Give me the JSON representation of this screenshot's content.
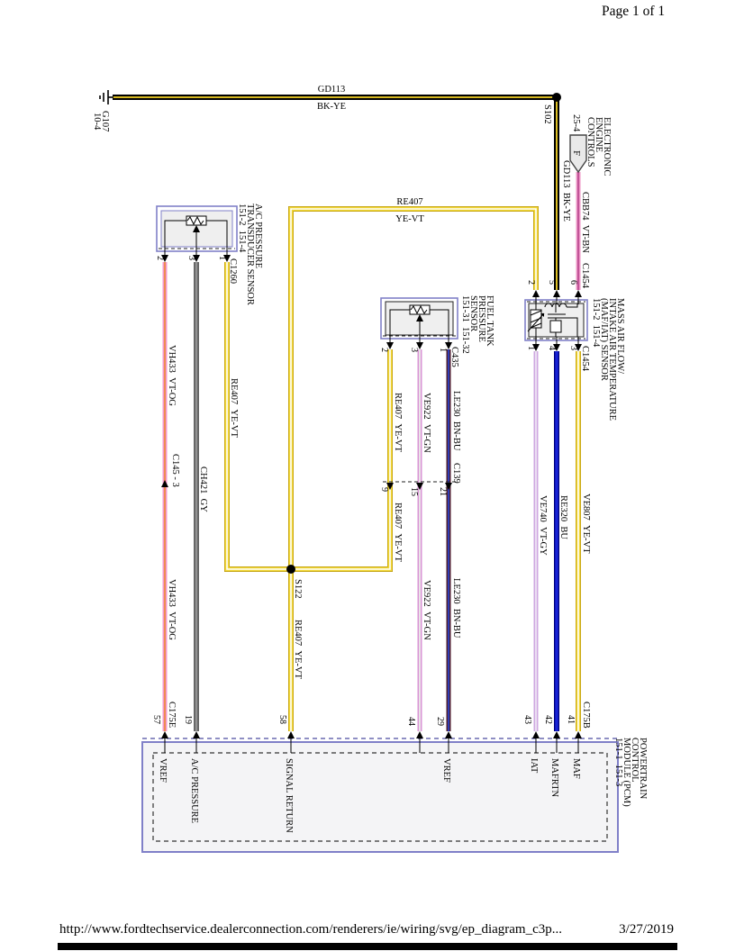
{
  "page": {
    "title": "Page 1 of 1",
    "footer_url": "http://www.fordtechservice.dealerconnection.com/renderers/ie/wiring/svg/ep_diagram_c3p...",
    "footer_date": "3/27/2019"
  },
  "colors": {
    "wire_black": "#000000",
    "stripe_yellow": "#f5d327",
    "wire_yellow": "#f2d838",
    "wire_yellow_edge": "#b8950a",
    "stripe_violet_white": "#ffffff",
    "wire_pink_vt_og": "#f398cb",
    "stripe_orange": "#ee8a35",
    "wire_gray": "#939393",
    "wire_gray_edge": "#3f3f3f",
    "wire_pink_vt_bn": "#ee95c6",
    "stripe_brown": "#bc4e93",
    "wire_orchid_vt_gn": "#d995d5",
    "stripe_green_white": "#eff7ec",
    "wire_maroon_bn_bu": "#4f1f30",
    "stripe_blue": "#2b3fc4",
    "wire_lilac_vt_gy": "#cfa8e0",
    "stripe_gray_white": "#f2edf6",
    "wire_blue": "#1822d6",
    "wire_blue_edge": "#00007e",
    "box_border_blue": "#8080c8",
    "box_fill_gray": "#efefef"
  },
  "ground": {
    "id": "G107",
    "ref": "10-4"
  },
  "splices": {
    "s102": "S102",
    "s122": "S122"
  },
  "power": {
    "fuse_label": "F",
    "fuse_ref": "25-4",
    "name_lines": [
      "ELECTRONIC",
      "ENGINE",
      "CONTROLS"
    ]
  },
  "wires": {
    "gd113_top": {
      "circuit": "GD113",
      "color": "BK-YE"
    },
    "gd113_drop": "GD113  BK-YE",
    "cbb74": "CBB74  VT-BN",
    "re407_top": {
      "circuit": "RE407",
      "color": "YE-VT"
    },
    "re407_ac": "RE407  YE-VT",
    "re407_splice": "RE407  YE-VT",
    "re407_ftp_upper": "RE407  YE-VT",
    "re407_ftp_lower": "RE407  YE-VT",
    "vh433_upper": "VH433  VT-OG",
    "vh433_lower": "VH433  VT-OG",
    "ch421": "CH421  GY",
    "ve922_upper": "VE922  VT-GN",
    "ve922_lower": "VE922  VT-GN",
    "le230_upper": "LE230  BN-BU",
    "le230_lower": "LE230  BN-BU",
    "ve740": "VE740  VT-GY",
    "re320": "RE320  BU",
    "ve807": "VE807  YE-VT"
  },
  "connectors": {
    "c1454_top": "C1454",
    "c1454_bottom": "C1454",
    "c1260": "C1260",
    "c435": "C435",
    "c139": "C139",
    "c145": "C145 - 3",
    "c175e": "C175E",
    "c175b": "C175B"
  },
  "ac_sensor": {
    "name_lines": [
      "A/C PRESSURE",
      "TRANSDUCER SENSOR",
      "151-2  151-4"
    ],
    "pins": [
      "2",
      "3",
      "1"
    ]
  },
  "ftp_sensor": {
    "name_lines": [
      "FUEL TANK",
      "PRESSURE",
      "SENSOR",
      "151-31  151-32"
    ],
    "pins": [
      "2",
      "3",
      "1"
    ]
  },
  "maf_sensor": {
    "name_lines": [
      "MASS AIR FLOW/",
      "INTAKE AIR TEMPERATURE",
      "(MAF/IAT) SENSOR",
      "151-2  151-4"
    ],
    "pins_top": [
      "2",
      "5",
      "6"
    ],
    "pins_bottom": [
      "1",
      "4",
      "3"
    ]
  },
  "c139_pins": [
    "9",
    "15",
    "21"
  ],
  "pcm": {
    "name_lines": [
      "POWERTRAIN",
      "CONTROL",
      "MODULE (PCM)",
      "151-1  151-3"
    ],
    "pins": [
      {
        "num": "57",
        "label": "VREF"
      },
      {
        "num": "19",
        "label": "A/C PRESSURE"
      },
      {
        "num": "58",
        "label": "SIGNAL RETURN"
      },
      {
        "num": "44",
        "label": ""
      },
      {
        "num": "29",
        "label": "VREF"
      },
      {
        "num": "43",
        "label": "IAT"
      },
      {
        "num": "42",
        "label": "MAFRTN"
      },
      {
        "num": "41",
        "label": "MAF"
      }
    ]
  }
}
